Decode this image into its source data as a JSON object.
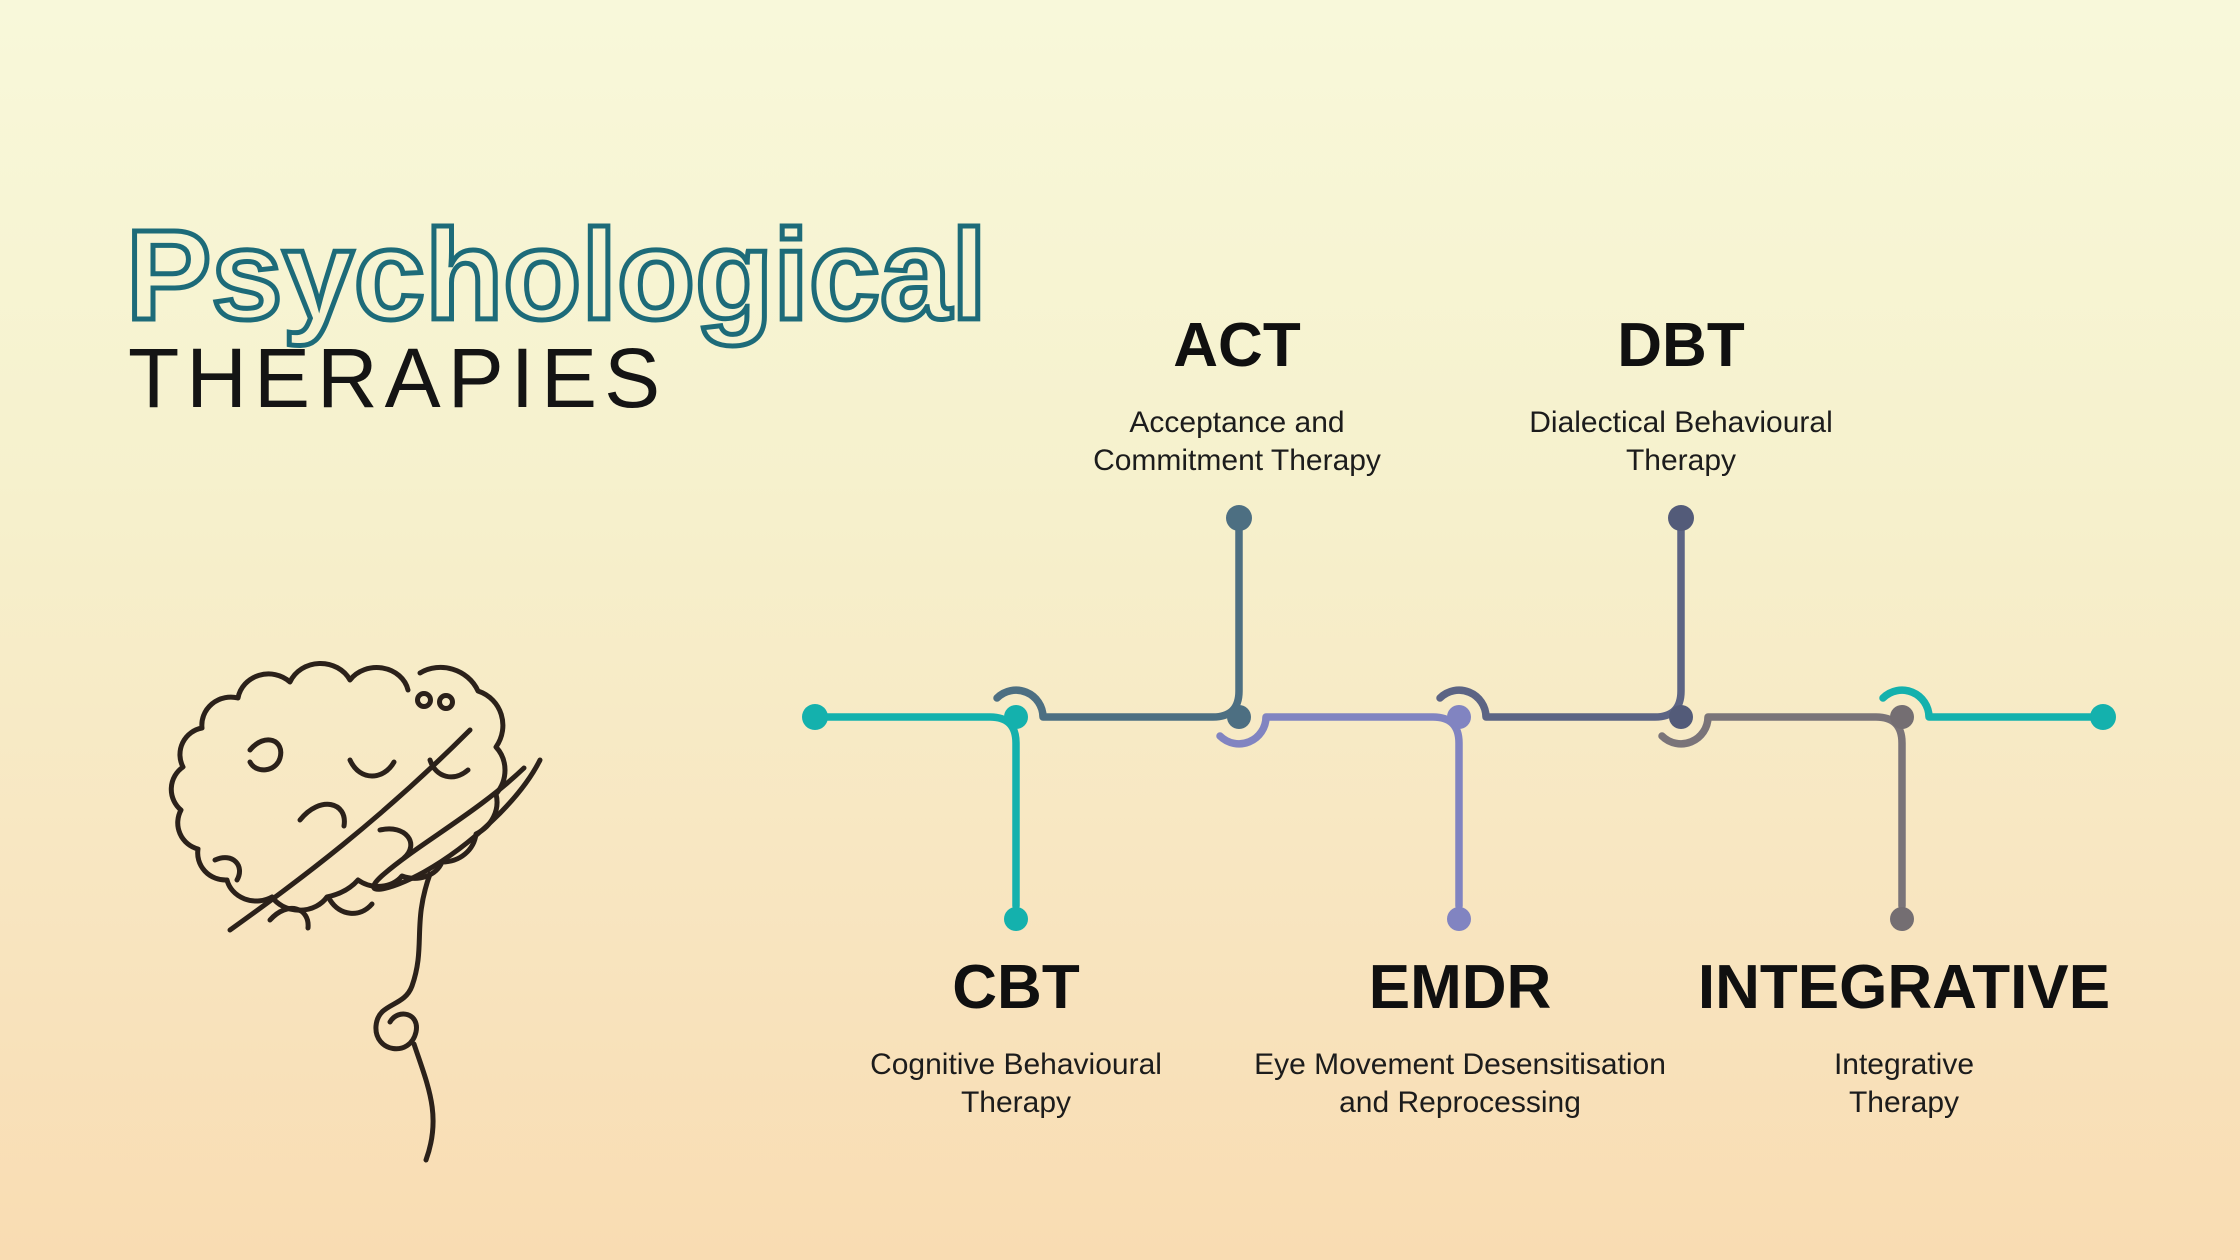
{
  "header": {
    "title_outline": "Psychological",
    "title_solid": "THERAPIES"
  },
  "colors": {
    "teal": "#14b1ad",
    "slate": "#4d6f82",
    "purple": "#8184c1",
    "slate_blue": "#5c6484",
    "dbt_dot": "#535b79",
    "gray": "#7a7479",
    "gray_dot": "#746e72",
    "brain": "#2b211a",
    "title_outline": "#1d6b79",
    "text_dark": "#141414",
    "bg_top": "#f8f8da",
    "bg_bottom": "#f9dcb2"
  },
  "illustration": {
    "name": "brain-single-line-art"
  },
  "therapies": [
    {
      "abbr": "CBT",
      "desc_line1": "Cognitive Behavioural",
      "desc_line2": "Therapy",
      "branch": "bottom"
    },
    {
      "abbr": "ACT",
      "desc_line1": "Acceptance and",
      "desc_line2": "Commitment Therapy",
      "branch": "top"
    },
    {
      "abbr": "EMDR",
      "desc_line1": "Eye Movement Desensitisation",
      "desc_line2": "and Reprocessing",
      "branch": "bottom"
    },
    {
      "abbr": "DBT",
      "desc_line1": "Dialectical Behavioural",
      "desc_line2": "Therapy",
      "branch": "top"
    },
    {
      "abbr": "INTEGRATIVE",
      "desc_line1": "Integrative",
      "desc_line2": "Therapy",
      "branch": "bottom"
    }
  ]
}
